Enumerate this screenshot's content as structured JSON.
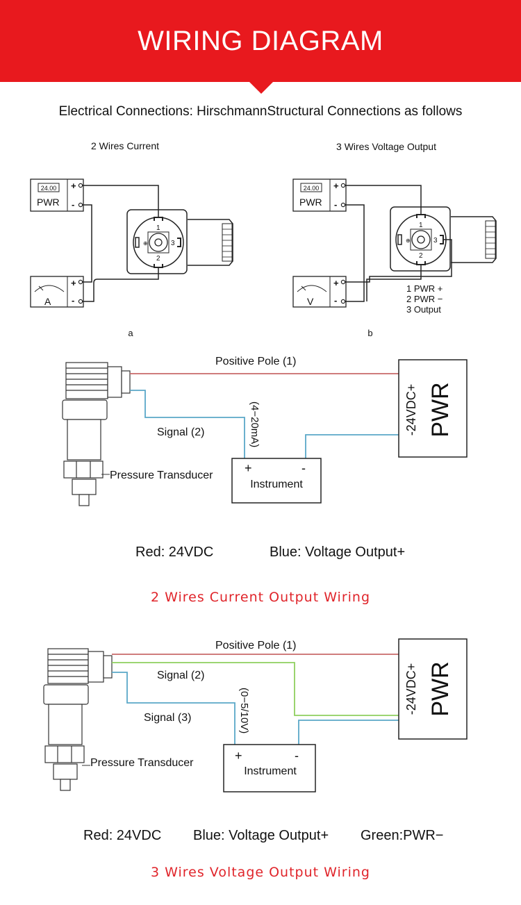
{
  "header": {
    "title": "WIRING DIAGRAM"
  },
  "subtitle": "Electrical Connections: HirschmannStructural Connections as follows",
  "hirschmann": {
    "a": {
      "title": "2 Wires Current",
      "display": "24.00",
      "pwr": "PWR",
      "meter": "A",
      "plus": "+",
      "minus": "-",
      "pins": [
        "1",
        "2",
        "3"
      ],
      "caption": "a"
    },
    "b": {
      "title": "3 Wires Voltage Output",
      "display": "24.00",
      "pwr": "PWR",
      "meter": "V",
      "plus": "+",
      "minus": "-",
      "pins": [
        "1",
        "2",
        "3"
      ],
      "pin_legend": [
        "1 PWR +",
        "2 PWR −",
        "3 Output"
      ],
      "caption": "b"
    }
  },
  "two_wire": {
    "positive": "Positive  Pole (1)",
    "signal": "Signal (2)",
    "range": "(4−20mA)",
    "transducer": "Pressure Transducer",
    "instrument": "Instrument",
    "plus": "+",
    "minus": "-",
    "pwr": "PWR",
    "supply": "-24VDC+",
    "legend_red": "Red: 24VDC",
    "legend_blue": "Blue: Voltage Output+",
    "caption": "2 Wires Current Output Wiring"
  },
  "three_wire": {
    "positive": "Positive  Pole (1)",
    "signal2": "Signal (2)",
    "signal3": "Signal (3)",
    "range": "(0−5/10V)",
    "transducer": "Pressure Transducer",
    "instrument": "Instrument",
    "plus": "+",
    "minus": "-",
    "pwr": "PWR",
    "supply": "-24VDC+",
    "legend_red": "Red: 24VDC",
    "legend_blue": "Blue: Voltage Output+",
    "legend_green": "Green:PWR−",
    "caption": "3 Wires Voltage Output Wiring"
  },
  "colors": {
    "banner": "#e8191e",
    "caption": "#e0242a",
    "wire_red": "#c86a6a",
    "wire_blue": "#5aa8c8",
    "wire_green": "#8fcf5e"
  }
}
